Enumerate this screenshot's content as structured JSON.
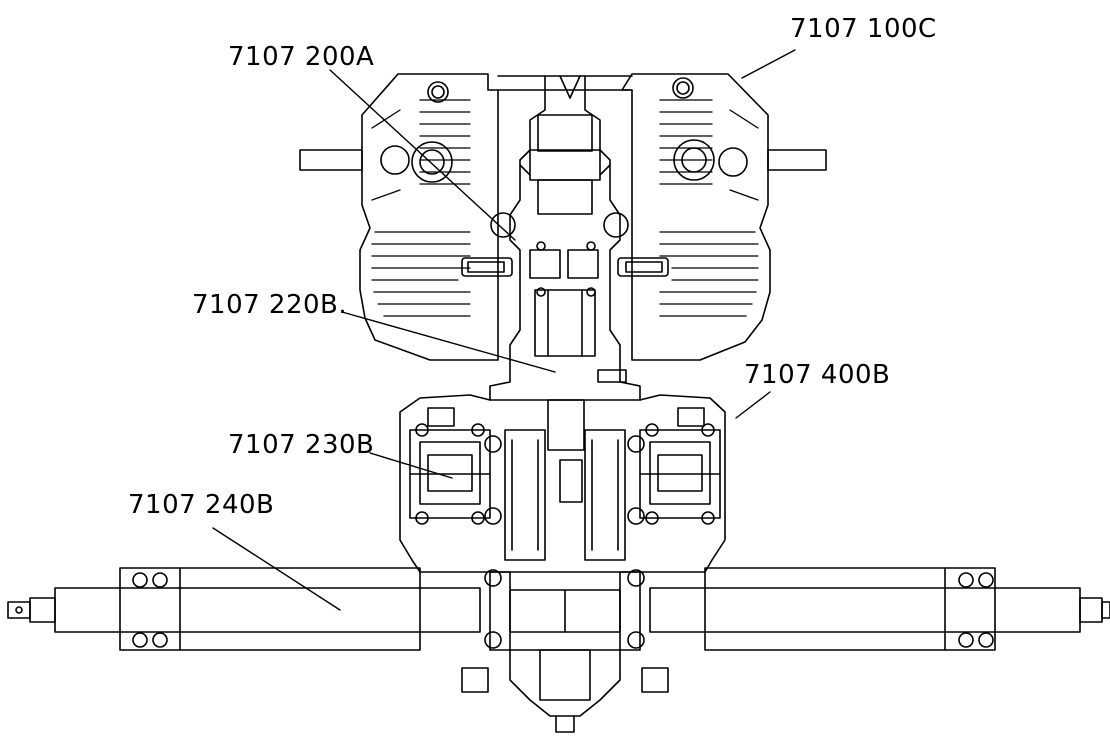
{
  "diagram": {
    "callouts": [
      {
        "id": "c100",
        "text": "7107 100C"
      },
      {
        "id": "c200",
        "text": "7107 200A"
      },
      {
        "id": "c220",
        "text": "7107 220B."
      },
      {
        "id": "c400",
        "text": "7107 400B"
      },
      {
        "id": "c230",
        "text": "7107 230B"
      },
      {
        "id": "c240",
        "text": "7107 240B"
      }
    ],
    "line_color": "#000000",
    "background": "#ffffff"
  }
}
